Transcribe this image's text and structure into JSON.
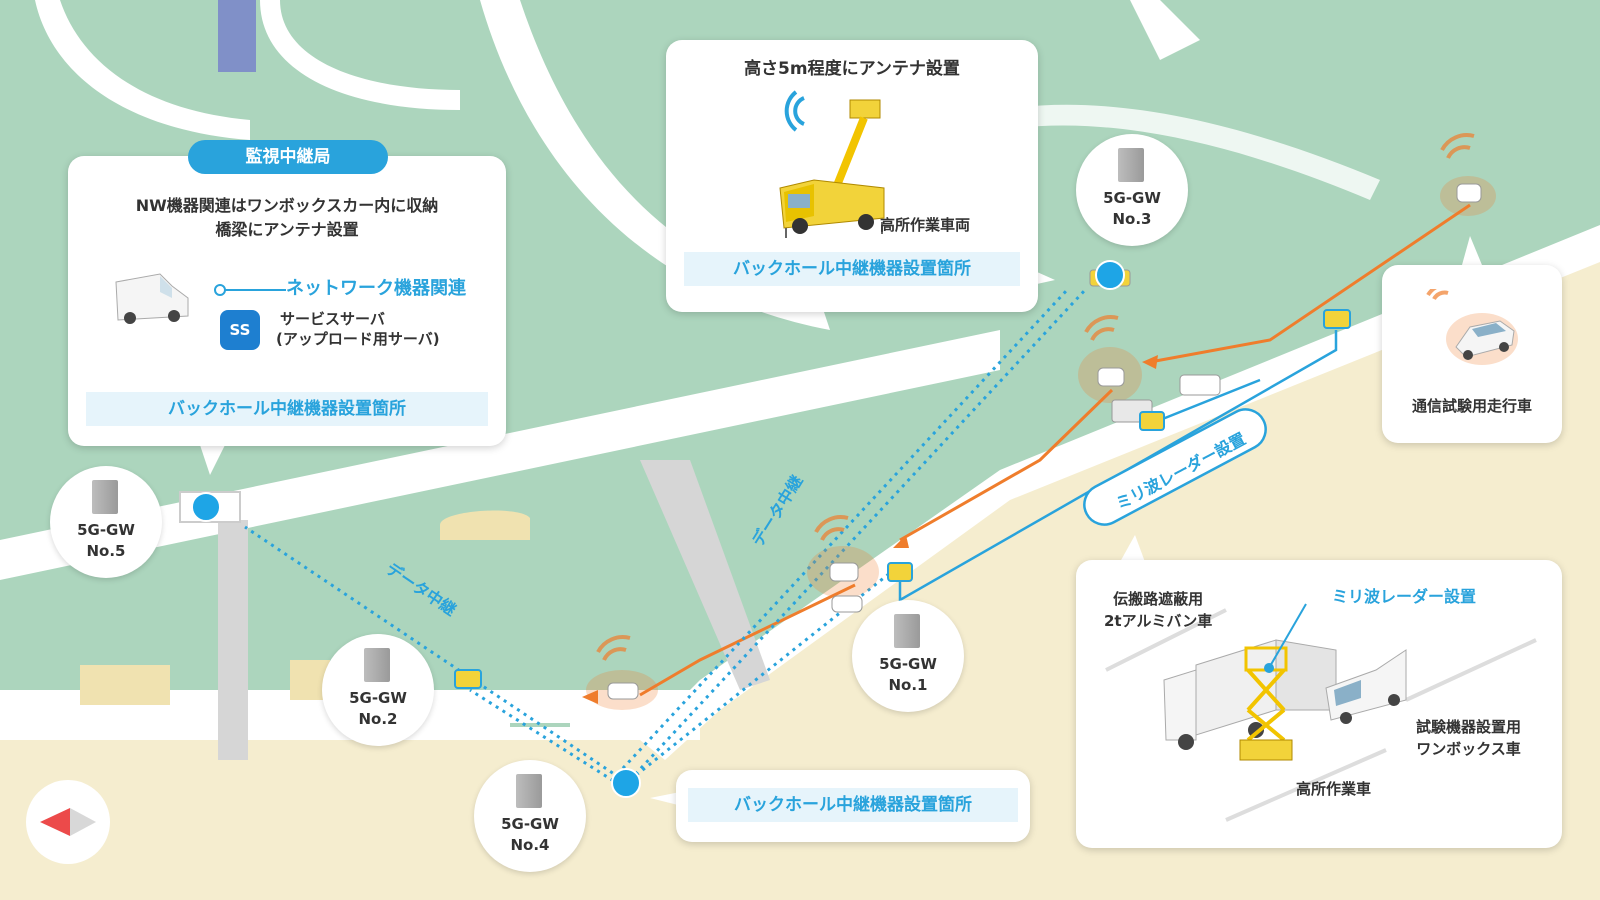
{
  "colors": {
    "park": "#acd5bd",
    "ground": "#f5edcf",
    "road": "#ffffff",
    "accent": "#29a3dc",
    "route": "#ef7d2c",
    "cable": "#29a3dc"
  },
  "monitor_station": {
    "tag": "監視中継局",
    "line1": "NW機器関連はワンボックスカー内に収納",
    "line2": "橋梁にアンテナ設置",
    "network_label": "ネットワーク機器関連",
    "server_icon_text": "SS",
    "server_line1": "サービスサーバ",
    "server_line2": "(アップロード用サーバ)",
    "band": "バックホール中継機器設置箇所"
  },
  "antenna_card": {
    "title": "高さ5m程度にアンテナ設置",
    "vehicle_label": "高所作業車両",
    "band": "バックホール中継機器設置箇所"
  },
  "bottom_band": "バックホール中継機器設置箇所",
  "test_vehicle_label": "通信試験用走行車",
  "radar_label": "ミリ波レーダー設置",
  "data_relay_label": "データ中継",
  "gateways": [
    {
      "name": "5G-GW",
      "no": "No.1"
    },
    {
      "name": "5G-GW",
      "no": "No.2"
    },
    {
      "name": "5G-GW",
      "no": "No.3"
    },
    {
      "name": "5G-GW",
      "no": "No.4"
    },
    {
      "name": "5G-GW",
      "no": "No.5"
    }
  ],
  "equipment_card": {
    "aluminum_line1": "伝搬路遮蔽用",
    "aluminum_line2": "2tアルミバン車",
    "radar_label": "ミリ波レーダー設置",
    "van_line1": "試験機器設置用",
    "van_line2": "ワンボックス車",
    "lift_label": "高所作業車"
  },
  "icons": [
    "van-icon",
    "server-icon",
    "crane-truck-icon",
    "gateway-icon",
    "car-icon",
    "wifi-icon",
    "radar-icon",
    "truck-icon",
    "scissor-lift-icon",
    "compass-icon"
  ]
}
